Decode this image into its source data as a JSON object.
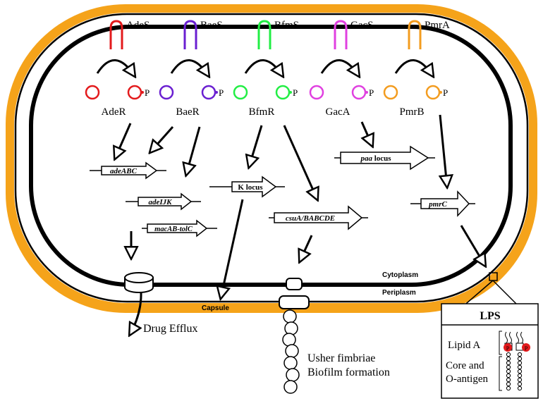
{
  "sensors": [
    {
      "kinase": "AdeS",
      "regulator": "AdeR",
      "color": "#e31a1c"
    },
    {
      "kinase": "BaeS",
      "regulator": "BaeR",
      "color": "#6a1fd1"
    },
    {
      "kinase": "BfmS",
      "regulator": "BfmR",
      "color": "#22ee44"
    },
    {
      "kinase": "GacS",
      "regulator": "GacA",
      "color": "#e040e0"
    },
    {
      "kinase": "PmrA",
      "regulator": "PmrB",
      "color": "#f39c1f"
    }
  ],
  "phospho_label": "P",
  "genes": {
    "adeABC": "adeABC",
    "adeIJK": "adeIJK",
    "macAB": "macAB-tolC",
    "k_locus": "K locus",
    "csuA": "csuA/BABCDE",
    "paa_italic": "paa",
    "paa_rest": " locus",
    "pmrC": "pmrC"
  },
  "compartments": {
    "cytoplasm": "Cytoplasm",
    "periplasm": "Periplasm",
    "capsule": "Capsule"
  },
  "outcomes": {
    "drug_efflux": "Drug Efflux",
    "usher": "Usher fimbriae",
    "biofilm": "Biofilm formation"
  },
  "lps": {
    "title": "LPS",
    "lipid_a": "Lipid A",
    "core_line1": "Core and",
    "core_line2": "O-antigen",
    "phospho": "P"
  },
  "colors": {
    "outer_membrane": "#f5a31a",
    "membrane": "#000000"
  }
}
